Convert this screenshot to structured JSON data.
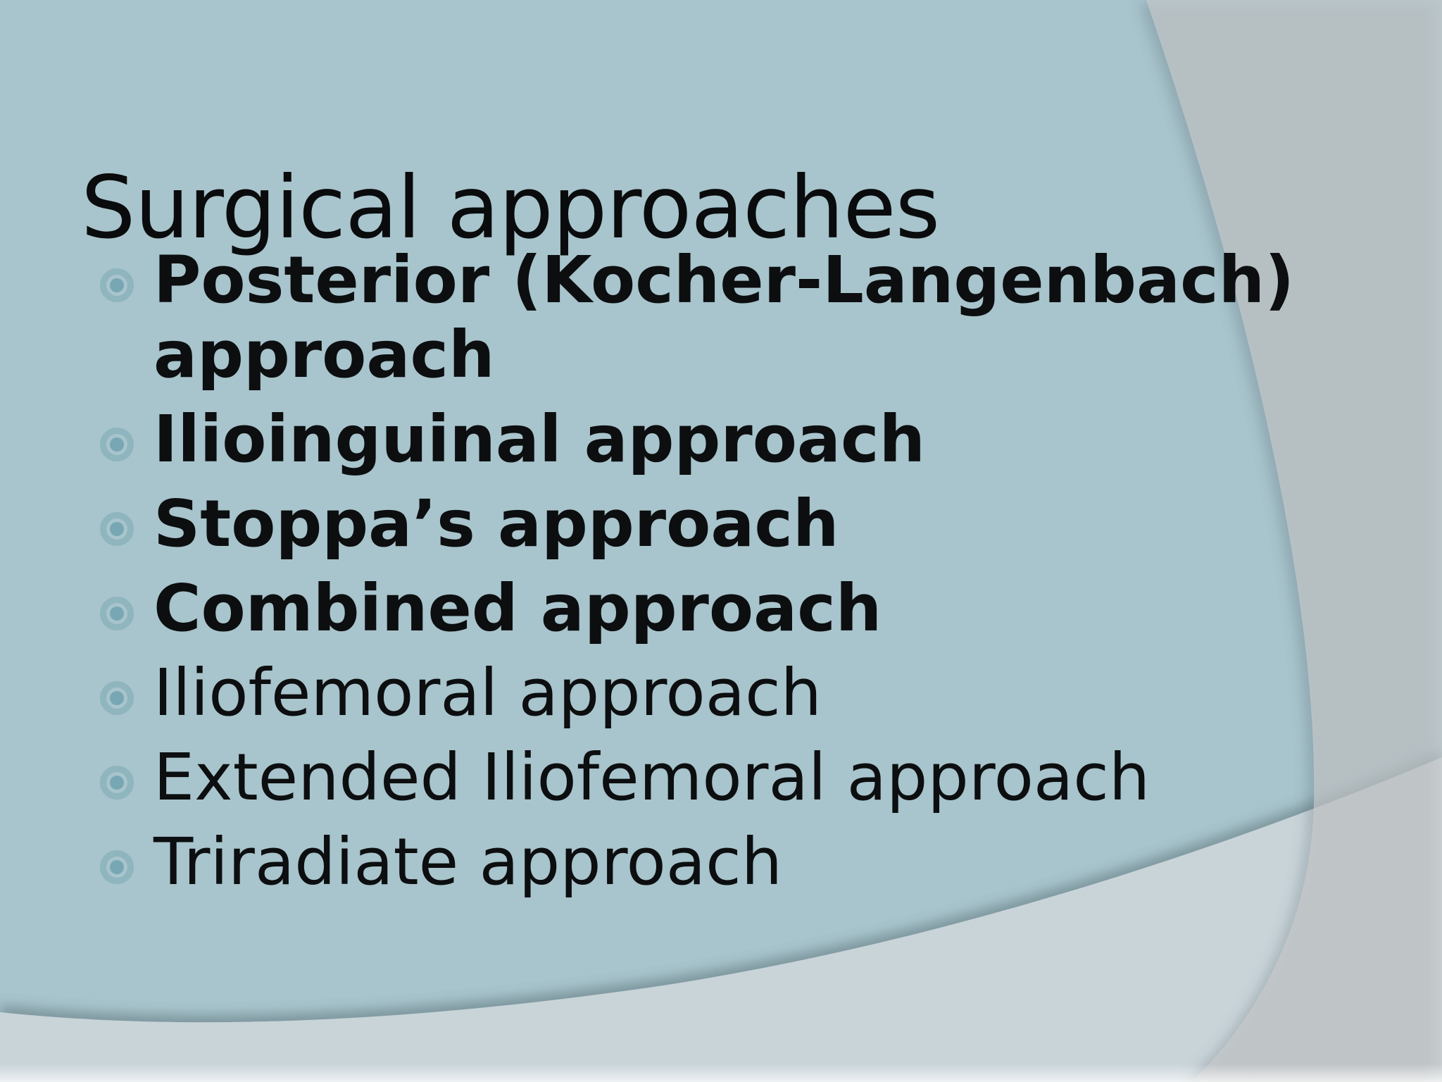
{
  "slide": {
    "title": "Surgical approaches",
    "bullets": [
      {
        "text": "Posterior (Kocher-Langenbach) approach",
        "bold": true
      },
      {
        "text": "Ilioinguinal approach",
        "bold": true
      },
      {
        "text": "Stoppa’s approach",
        "bold": true
      },
      {
        "text": "Combined approach",
        "bold": true
      },
      {
        "text": "Iliofemoral approach",
        "bold": false
      },
      {
        "text": "Extended Iliofemoral approach",
        "bold": false
      },
      {
        "text": "Triradiate approach",
        "bold": false
      }
    ],
    "bullet_icon": "double-circle-bullet",
    "colors": {
      "background": "#a8c4cc",
      "panel_right": "#c6c8ca",
      "panel_bottom": "#c9d4d9",
      "title_text": "#0a0b0c",
      "body_text": "#0c0e0f",
      "bullet_ring": "#8fb5be",
      "bullet_dot": "#78a7b4"
    }
  }
}
